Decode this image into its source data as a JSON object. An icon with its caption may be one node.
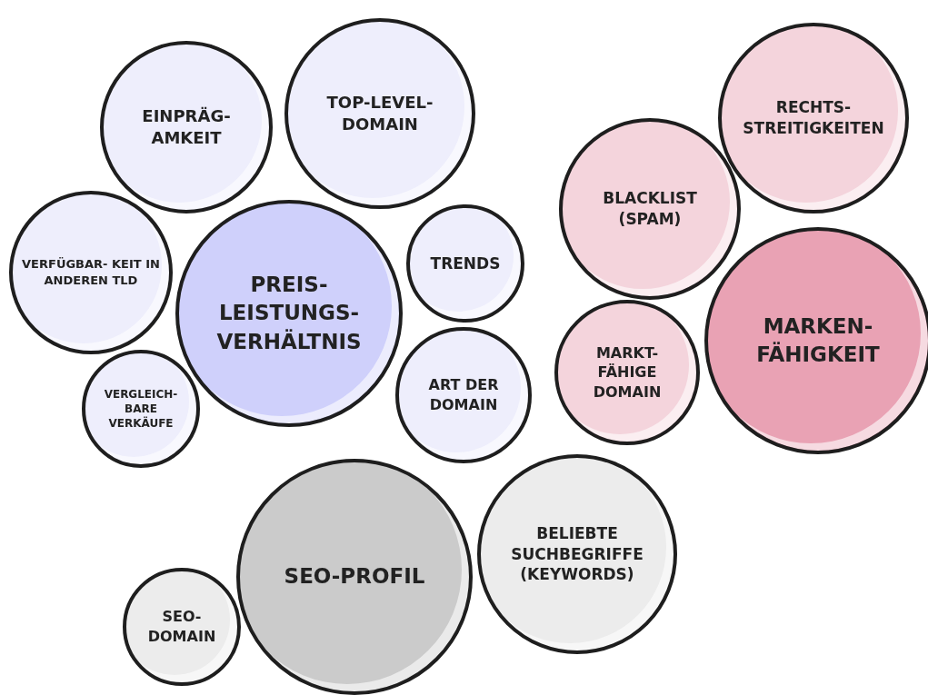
{
  "diagram": {
    "nodes": [
      {
        "text": [
          "EINPRÄG- AMKEIT"
        ]
      },
      {
        "text": [
          "TOP-LEVEL- DOMAIN"
        ]
      },
      {
        "text": [
          "RECHTS- STREITIGKEITEN"
        ]
      },
      {
        "text": [
          "VERFÜGBAR- KEIT IN ANDEREN TLD"
        ]
      },
      {
        "text": [
          "PREIS- LEISTUNGS- VERHÄLTNIS"
        ]
      },
      {
        "text": [
          "TRENDS"
        ]
      },
      {
        "text": [
          "BLACKLIST (SPAM)"
        ]
      },
      {
        "text": [
          "MARKEN- FÄHIGKEIT"
        ]
      },
      {
        "text": [
          "MARKT- FÄHIGE DOMAIN"
        ]
      },
      {
        "text": [
          "ART DER DOMAIN"
        ]
      },
      {
        "text": [
          "VERGLEICH- BARE VERKÄUFE"
        ]
      },
      {
        "text": [
          "SEO-PROFIL"
        ]
      },
      {
        "text": [
          "BELIEBTE SUCHBEGRIFFE (KEYWORDS)"
        ]
      },
      {
        "text": [
          "SEO- DOMAIN"
        ]
      }
    ],
    "edges": []
  }
}
